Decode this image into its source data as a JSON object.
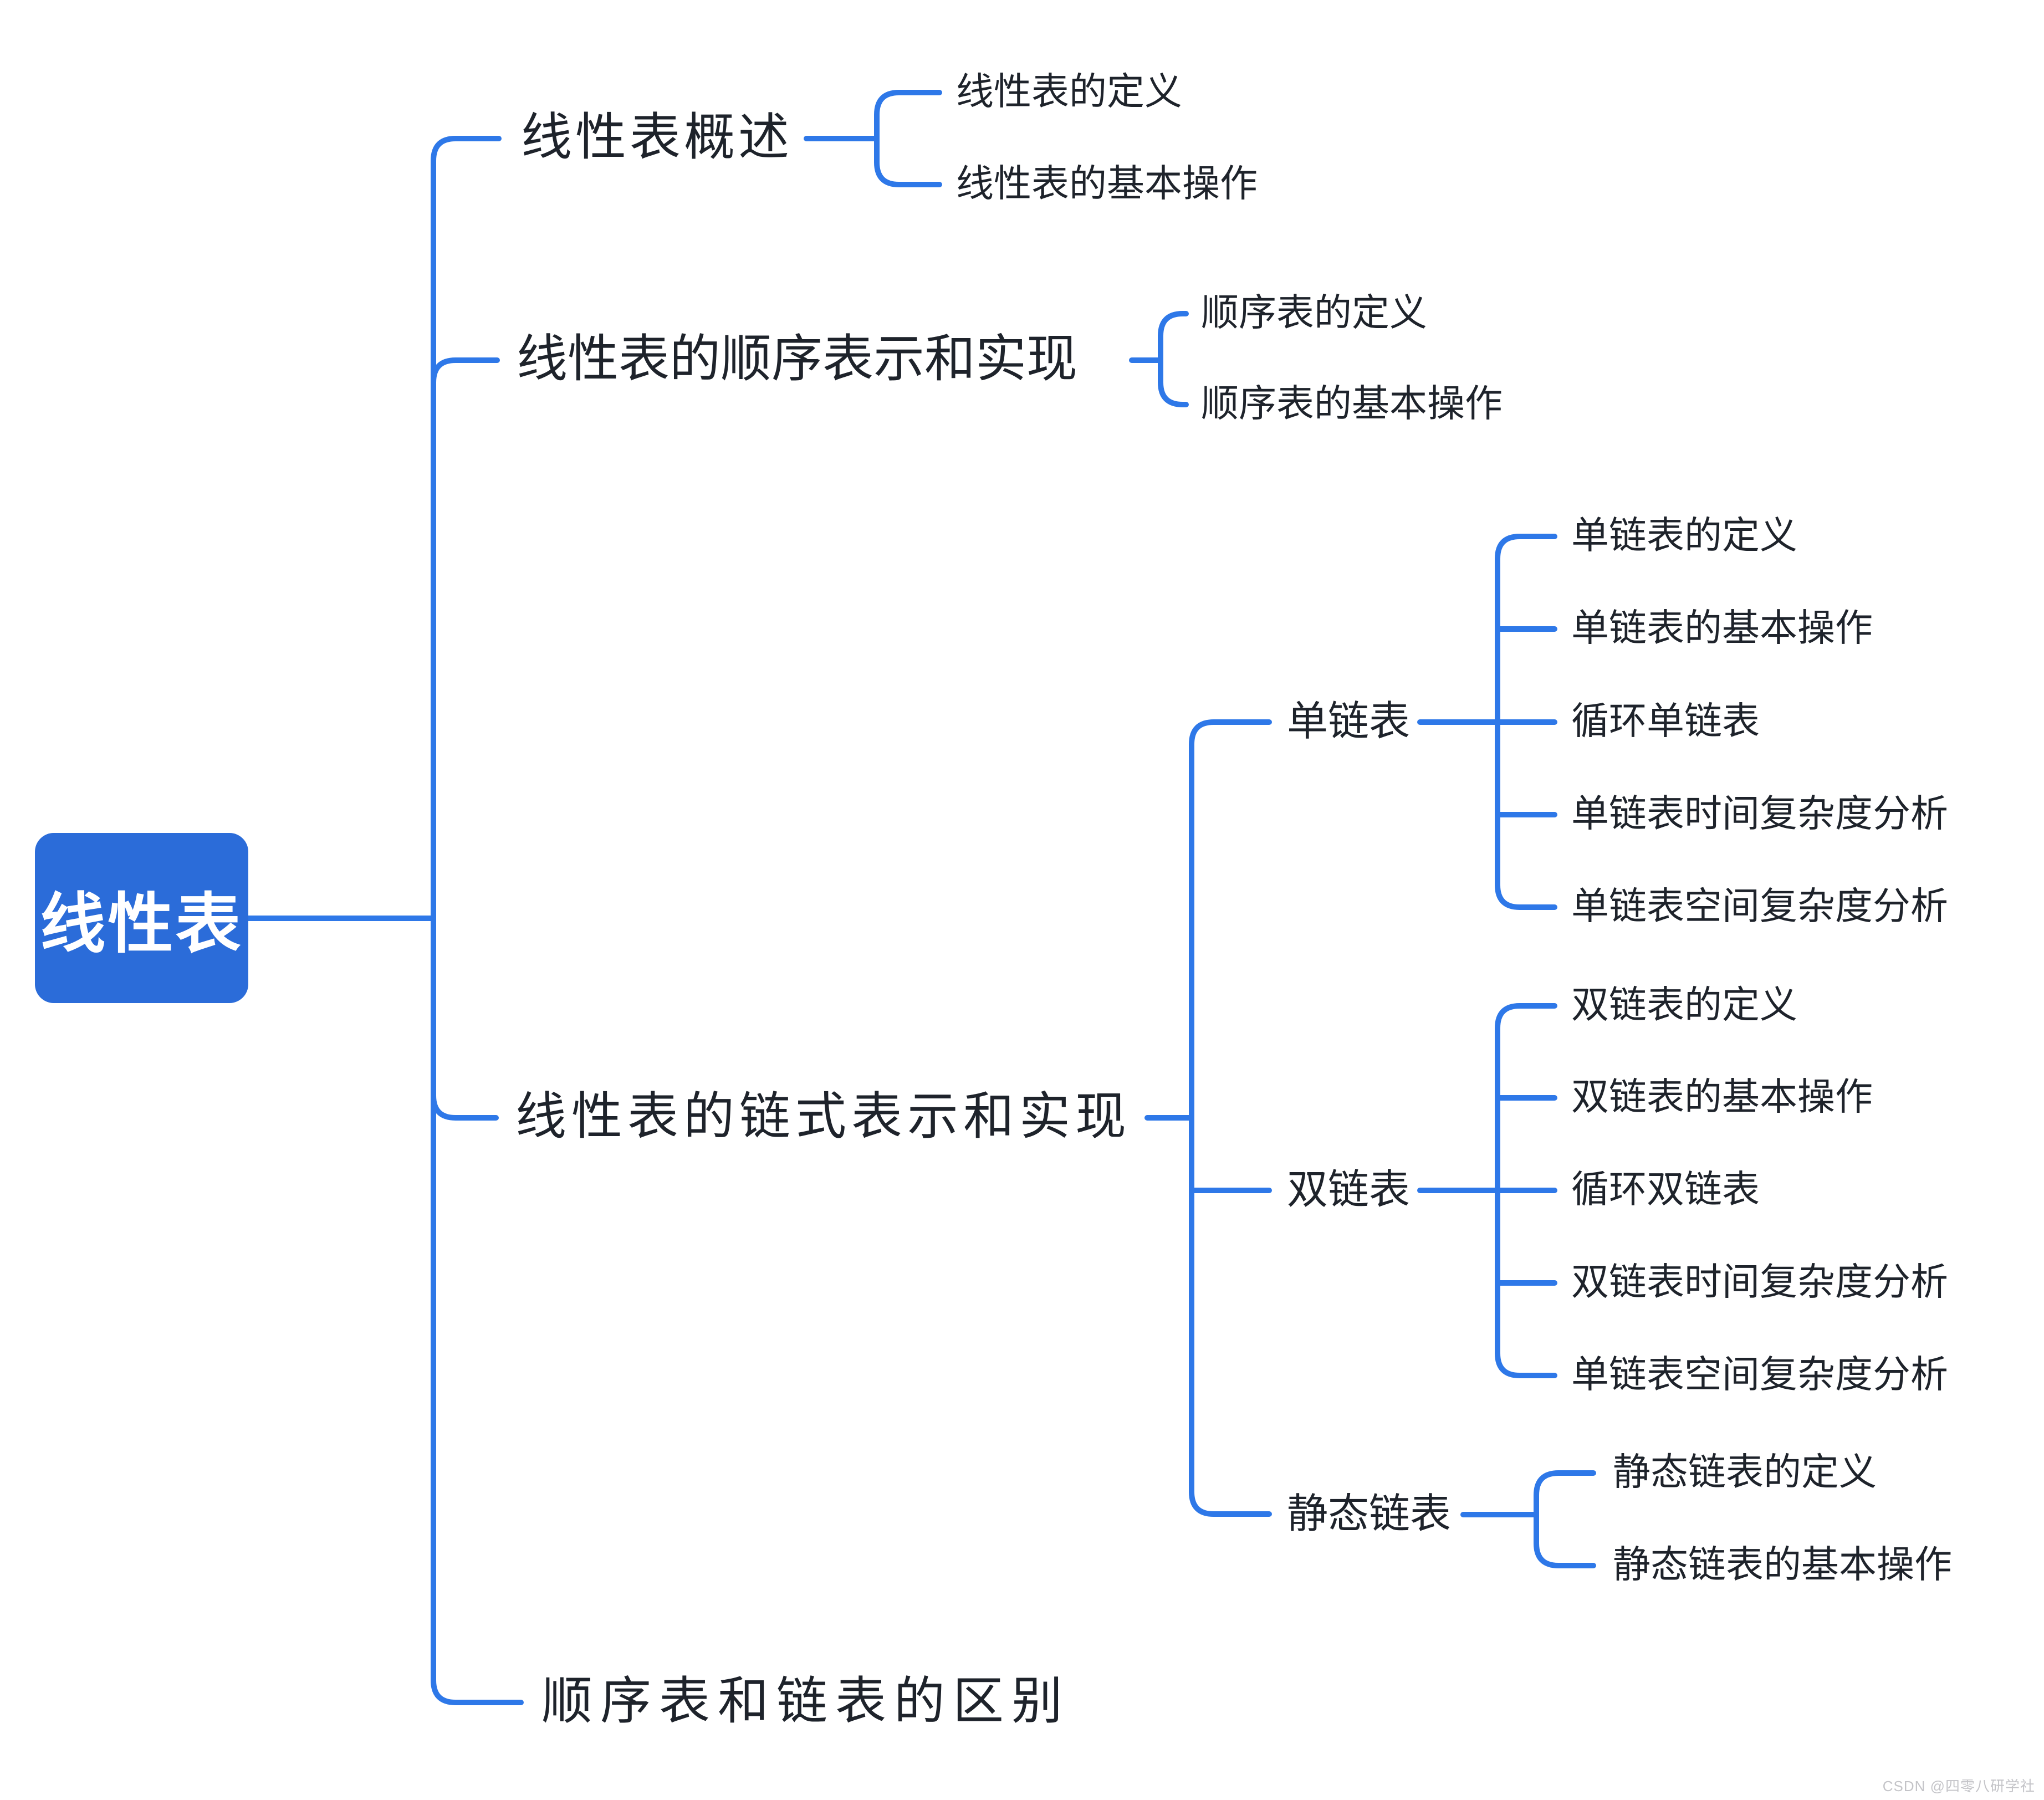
{
  "root": {
    "label": "线性表"
  },
  "branches": [
    {
      "label": "线性表概述",
      "children": [
        {
          "label": "线性表的定义"
        },
        {
          "label": "线性表的基本操作"
        }
      ]
    },
    {
      "label": "线性表的顺序表示和实现",
      "children": [
        {
          "label": "顺序表的定义"
        },
        {
          "label": "顺序表的基本操作"
        }
      ]
    },
    {
      "label": "线性表的链式表示和实现",
      "children": [
        {
          "label": "单链表",
          "children": [
            {
              "label": "单链表的定义"
            },
            {
              "label": "单链表的基本操作"
            },
            {
              "label": "循环单链表"
            },
            {
              "label": "单链表时间复杂度分析"
            },
            {
              "label": "单链表空间复杂度分析"
            }
          ]
        },
        {
          "label": "双链表",
          "children": [
            {
              "label": "双链表的定义"
            },
            {
              "label": "双链表的基本操作"
            },
            {
              "label": "循环双链表"
            },
            {
              "label": "双链表时间复杂度分析"
            },
            {
              "label": "单链表空间复杂度分析"
            }
          ]
        },
        {
          "label": "静态链表",
          "children": [
            {
              "label": "静态链表的定义"
            },
            {
              "label": "静态链表的基本操作"
            }
          ]
        }
      ]
    },
    {
      "label": "顺序表和链表的区别",
      "children": []
    }
  ],
  "watermark": "CSDN @四零八研学社",
  "colors": {
    "node_fill": "#2b6cd9",
    "line": "#2e78e8",
    "text": "#1e232b",
    "root_text": "#ffffff",
    "watermark": "#c4c4c8"
  }
}
